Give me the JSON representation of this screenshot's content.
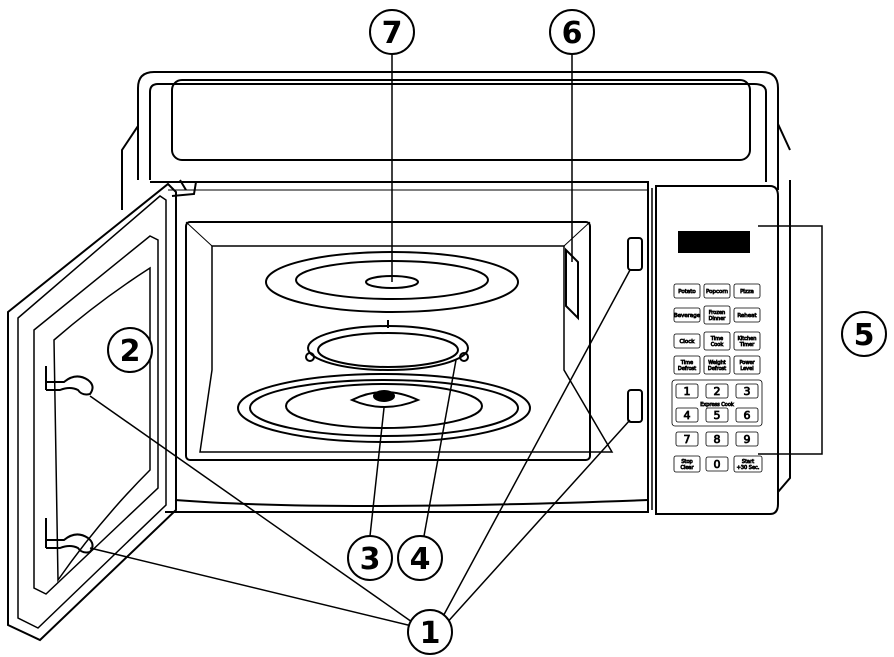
{
  "callouts": [
    {
      "id": "1",
      "label": "1"
    },
    {
      "id": "2",
      "label": "2"
    },
    {
      "id": "3",
      "label": "3"
    },
    {
      "id": "4",
      "label": "4"
    },
    {
      "id": "5",
      "label": "5"
    },
    {
      "id": "6",
      "label": "6"
    },
    {
      "id": "7",
      "label": "7"
    }
  ],
  "panel": {
    "row1": [
      "Potato",
      "Popcorn",
      "Pizza"
    ],
    "row2": {
      "beverage": "Beverage",
      "frozen_1": "Frozen",
      "frozen_2": "Dinner",
      "reheat": "Reheat"
    },
    "row3": {
      "clock": "Clock",
      "time_cook_1": "Time",
      "time_cook_2": "Cook",
      "kitchen_1": "Kitchen",
      "kitchen_2": "Timer"
    },
    "row4": {
      "time_defrost_1": "Time",
      "time_defrost_2": "Defrost",
      "weight_defrost_1": "Weight",
      "weight_defrost_2": "Defrost",
      "power_1": "Power",
      "power_2": "Level"
    },
    "digits": [
      "1",
      "2",
      "3",
      "4",
      "5",
      "6",
      "7",
      "8",
      "9",
      "0"
    ],
    "express_cook": "Express Cook",
    "stop_1": "Stop",
    "stop_2": "Clear",
    "start_1": "Start",
    "start_2": "+30 Sec."
  }
}
